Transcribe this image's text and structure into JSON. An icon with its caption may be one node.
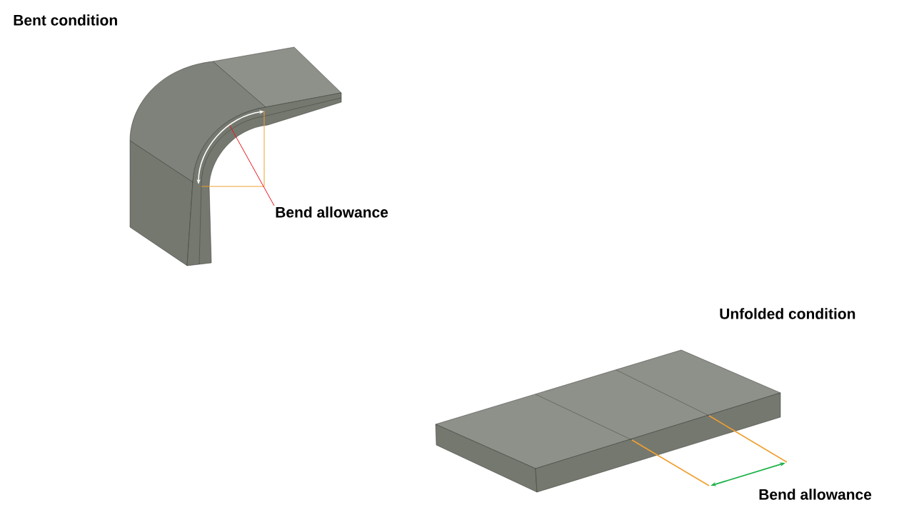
{
  "diagram": {
    "nodes": [
      {
        "text": [
          "Bend allowance"
        ]
      },
      {
        "text": [],
        "shape": "picture"
      }
    ],
    "edges": [
      {
        "from": 0,
        "to": 1,
        "arrow": "none"
      }
    ],
    "labels": [
      "Bent condition",
      "Unfolded condition",
      "Bend allowance"
    ]
  }
}
